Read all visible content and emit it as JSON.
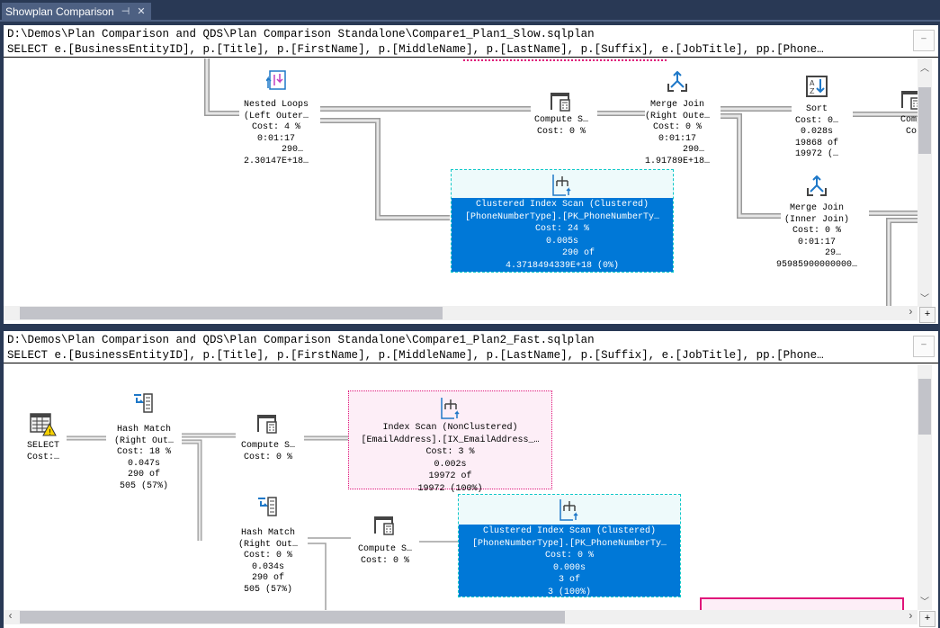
{
  "window": {
    "tab_title": "Showplan Comparison",
    "pin_icon": "pin-icon",
    "close_icon": "close-icon"
  },
  "colors": {
    "selected_fill": "#0078d7",
    "selected_border": "#10c8c8",
    "highlight_border": "#e0157a",
    "highlight_fill": "#fdeef7",
    "chrome": "#293955"
  },
  "top_plan": {
    "path": "D:\\Demos\\Plan Comparison and QDS\\Plan Comparison Standalone\\Compare1_Plan1_Slow.sqlplan",
    "query": "SELECT e.[BusinessEntityID], p.[Title], p.[FirstName], p.[MiddleName], p.[LastName], p.[Suffix], e.[JobTitle], pp.[Phone…",
    "collapse_label": "—",
    "nodes": [
      {
        "id": "nested-loops",
        "icon": "nested-loops-icon",
        "lines": [
          "Nested Loops",
          "(Left Outer…",
          "Cost: 4 %",
          "0:01:17",
          "      290…",
          "2.30147E+18…"
        ]
      },
      {
        "id": "compute-scalar",
        "icon": "compute-scalar-icon",
        "lines": [
          "Compute S…",
          "Cost: 0 %"
        ]
      },
      {
        "id": "merge-join-right",
        "icon": "merge-join-icon",
        "lines": [
          "Merge Join",
          "(Right Oute…",
          "Cost: 0 %",
          "0:01:17",
          "      290…",
          "1.91789E+18…"
        ]
      },
      {
        "id": "sort",
        "icon": "sort-icon",
        "lines": [
          "Sort",
          "Cost: 0…",
          "0.028s",
          "19868 of",
          "19972 (…"
        ]
      },
      {
        "id": "compute-scalar-2",
        "icon": "compute-scalar-icon",
        "lines": [
          "Compe",
          "Cos"
        ]
      },
      {
        "id": "merge-join-inner",
        "icon": "merge-join-icon",
        "lines": [
          "Merge Join",
          "(Inner Join)",
          "Cost: 0 %",
          "0:01:17",
          "      29…",
          "95985900000000…"
        ]
      }
    ],
    "selected": {
      "icon": "clustered-index-scan-icon",
      "lines": [
        "Clustered Index Scan (Clustered)",
        "[PhoneNumberType].[PK_PhoneNumberTy…",
        "Cost: 24 %",
        "0.005s",
        "      290 of",
        "4.3718494339E+18 (0%)"
      ]
    }
  },
  "bottom_plan": {
    "path": "D:\\Demos\\Plan Comparison and QDS\\Plan Comparison Standalone\\Compare1_Plan2_Fast.sqlplan",
    "query": "SELECT e.[BusinessEntityID], p.[Title], p.[FirstName], p.[MiddleName], p.[LastName], p.[Suffix], e.[JobTitle], pp.[Phone…",
    "collapse_label": "—",
    "nodes": [
      {
        "id": "select",
        "icon": "select-warning-icon",
        "lines": [
          "SELECT",
          "Cost:…"
        ]
      },
      {
        "id": "hash-match",
        "icon": "hash-match-icon",
        "lines": [
          "Hash Match",
          "(Right Out…",
          "Cost: 18 %",
          "0.047s",
          "290 of",
          "505 (57%)"
        ]
      },
      {
        "id": "compute-scalar",
        "icon": "compute-scalar-icon",
        "lines": [
          "Compute S…",
          "Cost: 0 %"
        ]
      },
      {
        "id": "hash-match-2",
        "icon": "hash-match-icon",
        "lines": [
          "Hash Match",
          "(Right Out…",
          "Cost: 0 %",
          "0.034s",
          "290 of",
          "505 (57%)"
        ]
      },
      {
        "id": "compute-scalar-2",
        "icon": "compute-scalar-icon",
        "lines": [
          "Compute S…",
          "Cost: 0 %"
        ]
      }
    ],
    "highlighted": {
      "icon": "index-scan-icon",
      "lines": [
        "Index Scan (NonClustered)",
        "[EmailAddress].[IX_EmailAddress_…",
        "Cost: 3 %",
        "0.002s",
        "19972 of",
        "19972 (100%)"
      ]
    },
    "selected": {
      "icon": "clustered-index-scan-icon",
      "lines": [
        "Clustered Index Scan (Clustered)",
        "[PhoneNumberType].[PK_PhoneNumberTy…",
        "Cost: 0 %",
        "0.000s",
        "3 of",
        "3 (100%)"
      ]
    }
  }
}
